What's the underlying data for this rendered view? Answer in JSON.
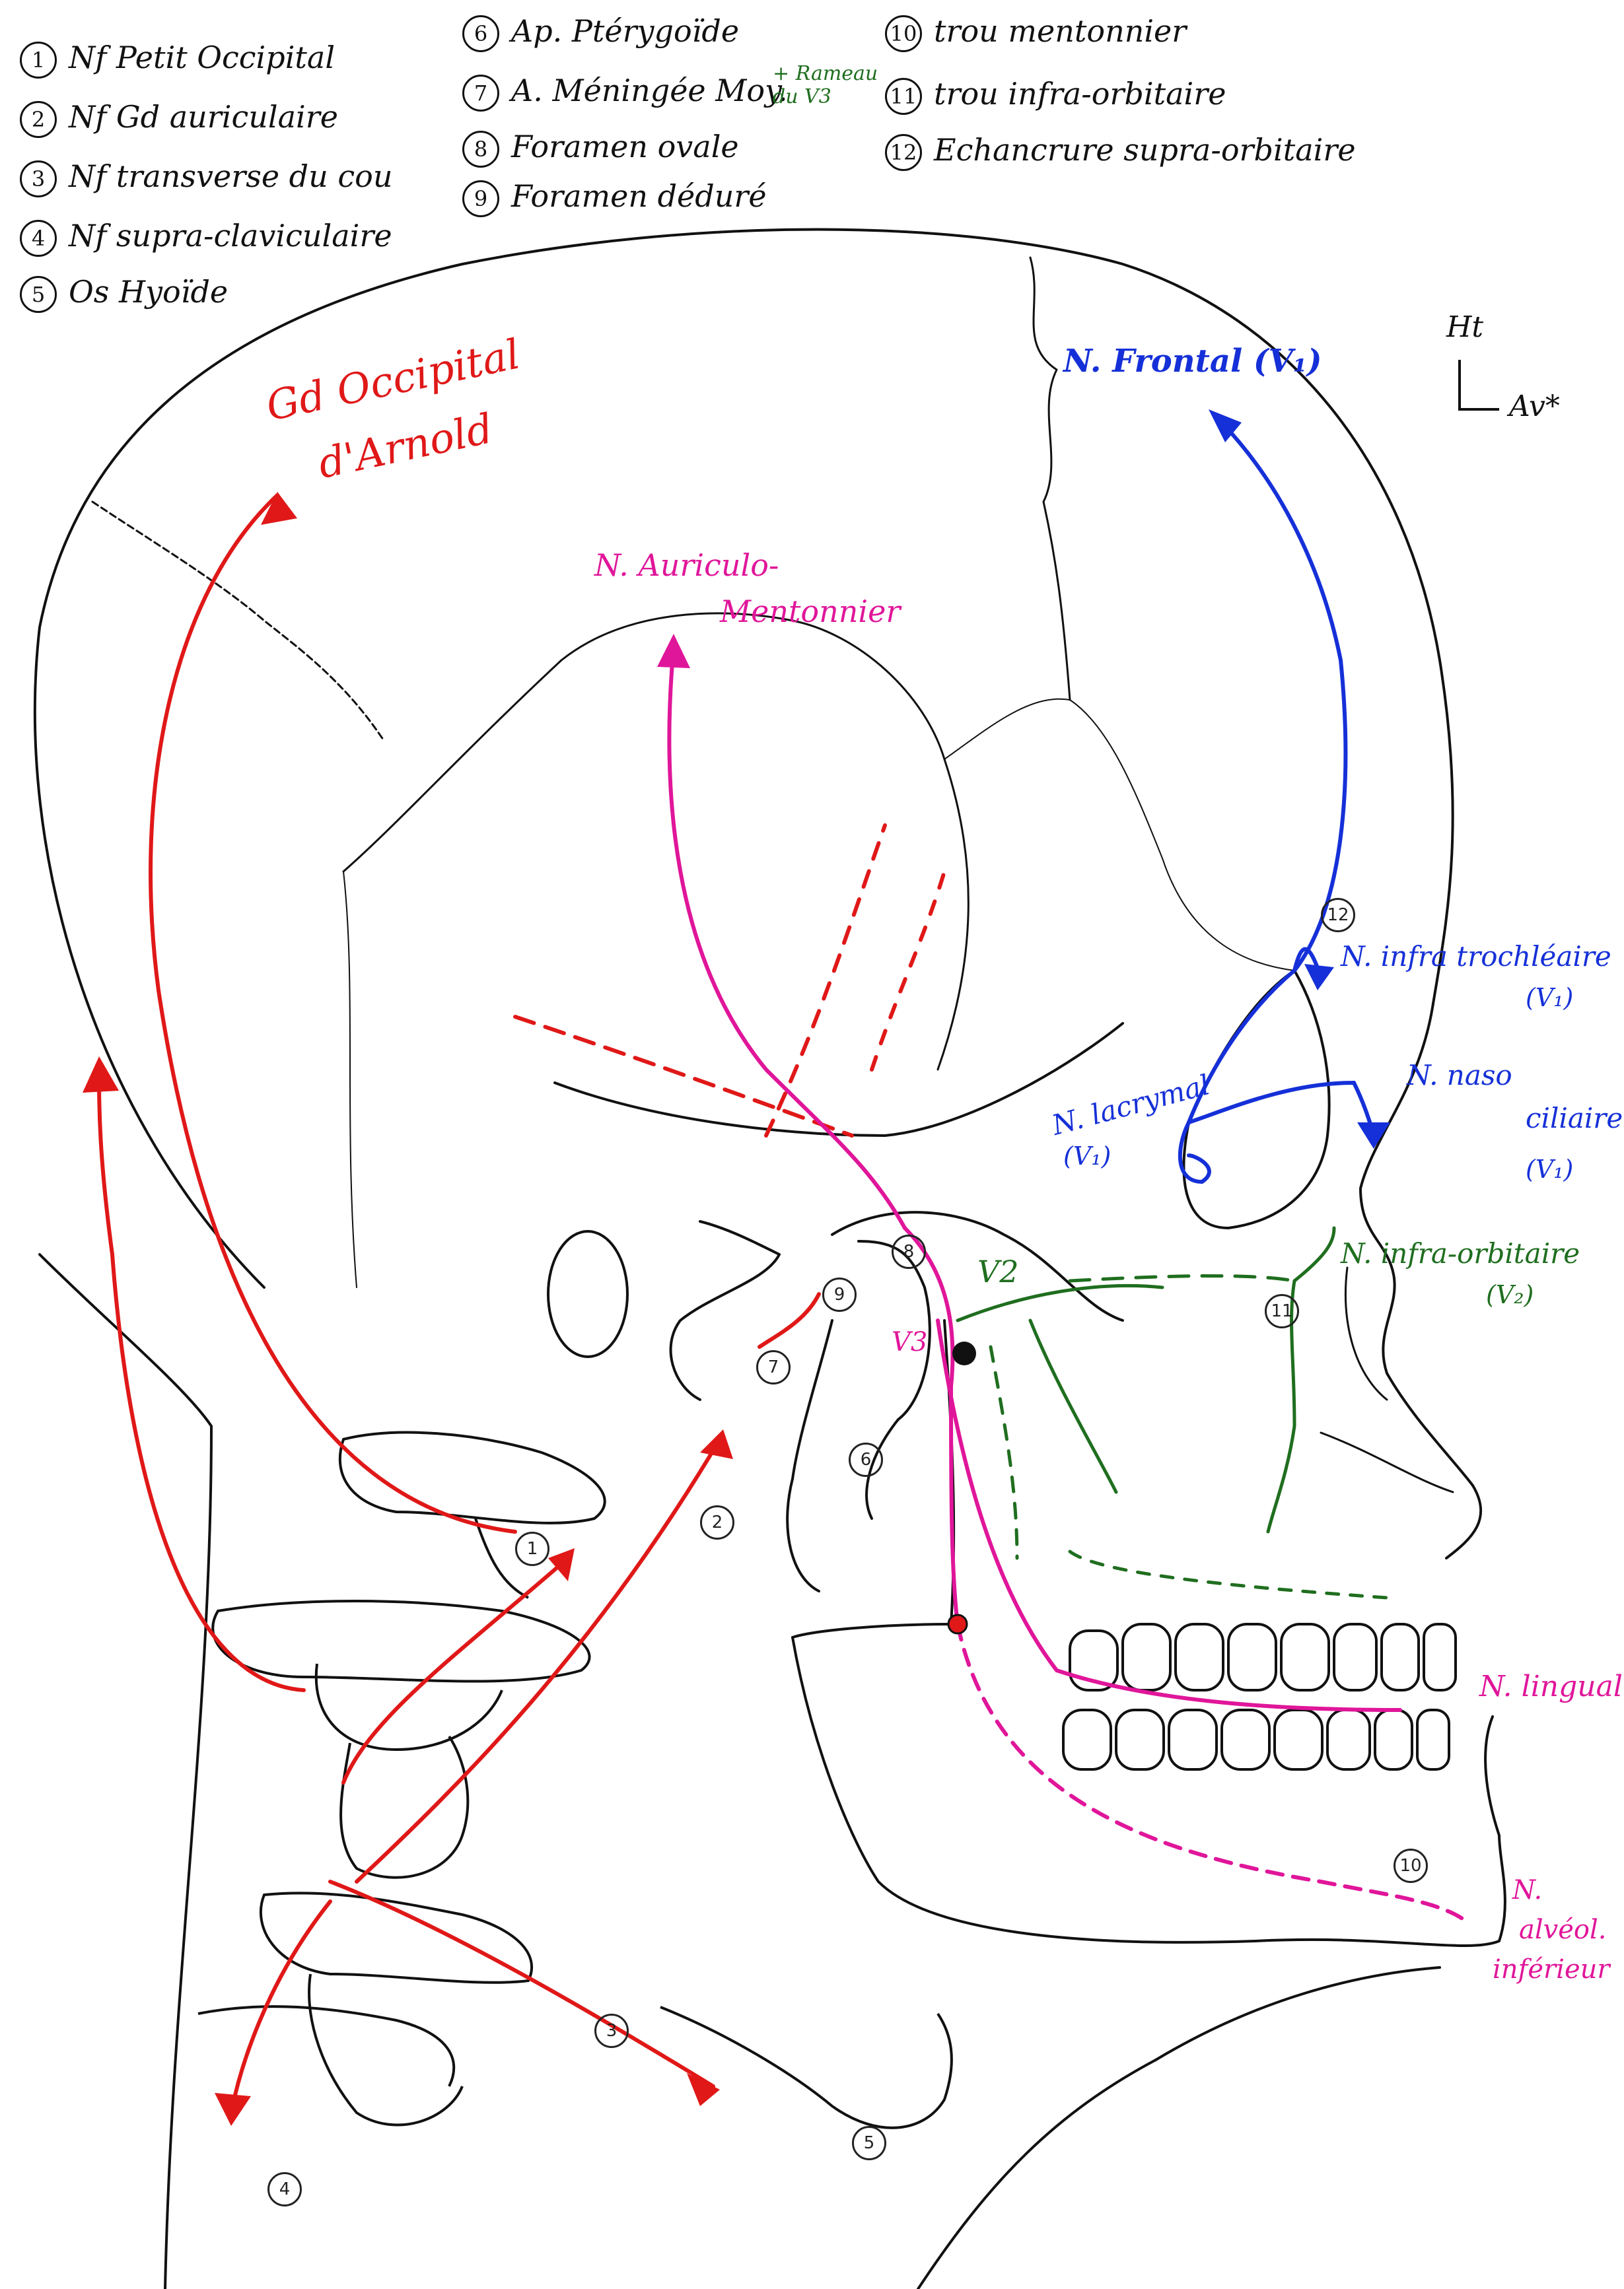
{
  "legend": {
    "column1": [
      {
        "num": "1",
        "text": "Nf Petit Occipital"
      },
      {
        "num": "2",
        "text": "Nf Gd auriculaire"
      },
      {
        "num": "3",
        "text": "Nf transverse du cou"
      },
      {
        "num": "4",
        "text": "Nf supra-claviculaire"
      },
      {
        "num": "5",
        "text": "Os Hyoïde"
      }
    ],
    "column2": [
      {
        "num": "6",
        "text": "Ap. Ptérygoïde"
      },
      {
        "num": "7",
        "text": "A. Méningée Moy."
      },
      {
        "num": "8",
        "text": "Foramen ovale"
      },
      {
        "num": "9",
        "text": "Foramen déduré"
      }
    ],
    "column2_note": "+ Rameau du V3",
    "column3": [
      {
        "num": "10",
        "text": "trou mentonnier"
      },
      {
        "num": "11",
        "text": "trou infra-orbitaire"
      },
      {
        "num": "12",
        "text": "Echancrure supra-orbitaire"
      }
    ]
  },
  "orientation": {
    "up": "Ht",
    "forward": "Av*"
  },
  "labels": {
    "gd_occipital_1": "Gd Occipital",
    "gd_occipital_2": "d'Arnold",
    "auriculo_1": "N. Auriculo-",
    "auriculo_2": "Mentonnier",
    "frontal": "N. Frontal (V₁)",
    "infra_trochleaire_1": "N. infra trochléaire",
    "infra_trochleaire_2": "(V₁)",
    "lacrymal_1": "N. lacrymal",
    "lacrymal_2": "(V₁)",
    "naso_1": "N. naso",
    "naso_2": "ciliaire",
    "naso_3": "(V₁)",
    "infra_orbitaire_1": "N. infra-orbitaire",
    "infra_orbitaire_2": "(V₂)",
    "v2": "V2",
    "v3": "V3",
    "lingual": "N. lingual",
    "alveolaire_1": "N.",
    "alveolaire_2": "alvéol.",
    "alveolaire_3": "inférieur"
  },
  "markers": [
    "1",
    "2",
    "3",
    "4",
    "5",
    "6",
    "7",
    "8",
    "9",
    "10",
    "11",
    "12"
  ],
  "colors": {
    "ink": "#111111",
    "cervical_red": "#e01818",
    "v1_blue": "#1530d8",
    "v2_green": "#1f6e1f",
    "v3_magenta": "#e0169a"
  }
}
